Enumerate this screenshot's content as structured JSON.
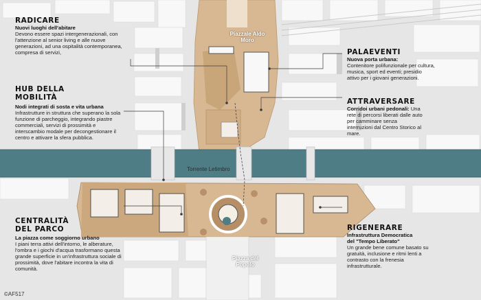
{
  "annotations": {
    "radicare": {
      "title": "RADICARE",
      "subtitle": "Nuovi luoghi dell'abitare",
      "body": "Devono essere spazi intergenerazionali, con l'attenzione al senior living e alle nuove generazioni, ad una ospitalità contemporanea, compresa di servizi,"
    },
    "hub": {
      "title_line1": "HUB DELLA",
      "title_line2": "MOBILITÀ",
      "subtitle": "Nodi integrati di sosta e vita urbana",
      "body": "Infrastrutture in struttura che superano la sola funzione di parcheggio, integrando piastre commerciali, servizi di prossimità e interscambio modale per decongestionare il centro e attivare la sfera pubblica."
    },
    "centralita": {
      "title_line1": "CENTRALITÀ",
      "title_line2": "DEL PARCO",
      "subtitle": "La piazza come soggiorno urbano",
      "body": "I piani terra attivi dell'intorno, le alberature, l'ombra e i giochi d'acqua trasformano questa grande superficie in un'infrastruttura sociale di prossimità, dove l'abitare incontra la vita di comunità."
    },
    "palaeventi": {
      "title": "PALAEVENTI",
      "subtitle": "Nuova porta urbana:",
      "body": "Contenitore polifunzionale per cultura, musica, sport ed eventi; presidio attivo per i giovani generazioni."
    },
    "attraversare": {
      "title": "ATTRAVERSARE",
      "subtitle": "Corridoi urbani pedonali:",
      "body": "Una rete di percorsi liberati dalle auto per camminare senza interruzioni dal Centro Storico al mare."
    },
    "rigenerare": {
      "title": "RIGENERARE",
      "subtitle_line1": "Infrastruttura Democratica",
      "subtitle_line2": "del \"Tempo Liberato\"",
      "body": "Un grande bene comune basato su gratuità, inclusione e ritmi lenti a contrasto con la frenesia infrastrutturale."
    }
  },
  "places": {
    "aldo_moro": "Piazzale Aldo Moro",
    "popolo": "Piazza del Popolo",
    "river": "Torrente Letimbro"
  },
  "credit": "©AF517",
  "colors": {
    "background": "#e9e9e9",
    "building": "#f8f8f8",
    "river": "#4f7d85",
    "plaza": "#d8b892",
    "leader": "#3a3a3a"
  }
}
